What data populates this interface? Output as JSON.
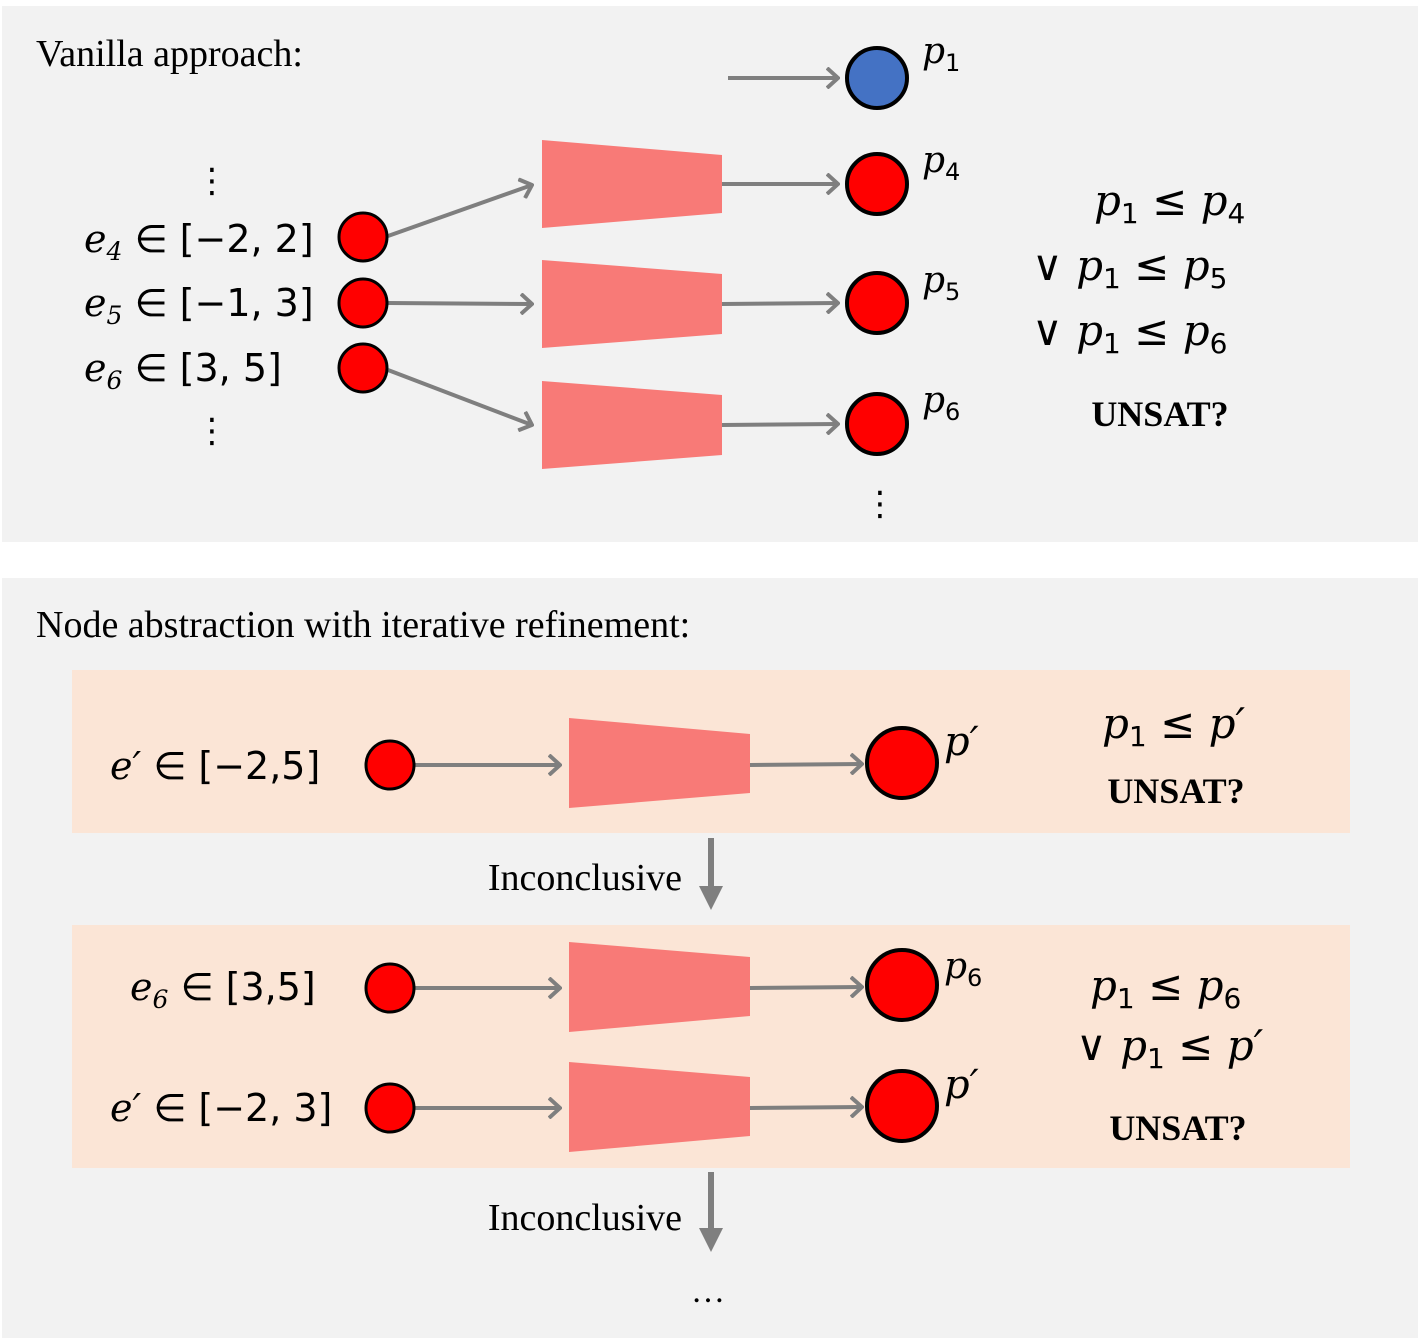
{
  "colors": {
    "panel": "#f2f2f2",
    "band": "#fbe5d6",
    "node_red": "#ff0000",
    "node_blue": "#4472c4",
    "trapezoid": "#f87a77",
    "arrow": "#7f7f7f"
  },
  "vanilla": {
    "title": "Vanilla approach:",
    "inputs": [
      {
        "name": "e",
        "sub": "4",
        "rest": " ∈ [−2, 2]"
      },
      {
        "name": "e",
        "sub": "5",
        "rest": " ∈ [−1, 3]"
      },
      {
        "name": "e",
        "sub": "6",
        "rest": " ∈ [3, 5]"
      }
    ],
    "outputs": [
      {
        "name": "p",
        "sub": "1"
      },
      {
        "name": "p",
        "sub": "4"
      },
      {
        "name": "p",
        "sub": "5"
      },
      {
        "name": "p",
        "sub": "6"
      }
    ],
    "formula": [
      {
        "prefix": "",
        "a": "p",
        "a_sub": "1",
        "op": " ≤ ",
        "b": "p",
        "b_sub": "4"
      },
      {
        "prefix": "∨ ",
        "a": "p",
        "a_sub": "1",
        "op": " ≤ ",
        "b": "p",
        "b_sub": "5"
      },
      {
        "prefix": "∨ ",
        "a": "p",
        "a_sub": "1",
        "op": " ≤ ",
        "b": "p",
        "b_sub": "6"
      }
    ],
    "verdict": "UNSAT?",
    "vdots": "⋮"
  },
  "abstraction": {
    "title": "Node abstraction with iterative refinement:",
    "step1": {
      "input": {
        "name": "e′",
        "rest": " ∈ [−2,5]"
      },
      "output": "p′",
      "formula": {
        "a": "p",
        "a_sub": "1",
        "op": " ≤ ",
        "b": "p′"
      },
      "verdict": "UNSAT?"
    },
    "transition1": "Inconclusive",
    "step2": {
      "inputs": [
        {
          "name": "e",
          "sub": "6",
          "rest": " ∈ [3,5]"
        },
        {
          "name": "e′",
          "sub": "",
          "rest": " ∈ [−2, 3]"
        }
      ],
      "outputs": [
        {
          "name": "p",
          "sub": "6"
        },
        {
          "name": "p′",
          "sub": ""
        }
      ],
      "formula": [
        {
          "prefix": "",
          "a": "p",
          "a_sub": "1",
          "op": " ≤ ",
          "b": "p",
          "b_sub": "6"
        },
        {
          "prefix": "∨ ",
          "a": "p",
          "a_sub": "1",
          "op": " ≤ ",
          "b": "p′",
          "b_sub": ""
        }
      ],
      "verdict": "UNSAT?"
    },
    "transition2": "Inconclusive",
    "ellipsis": "…"
  }
}
